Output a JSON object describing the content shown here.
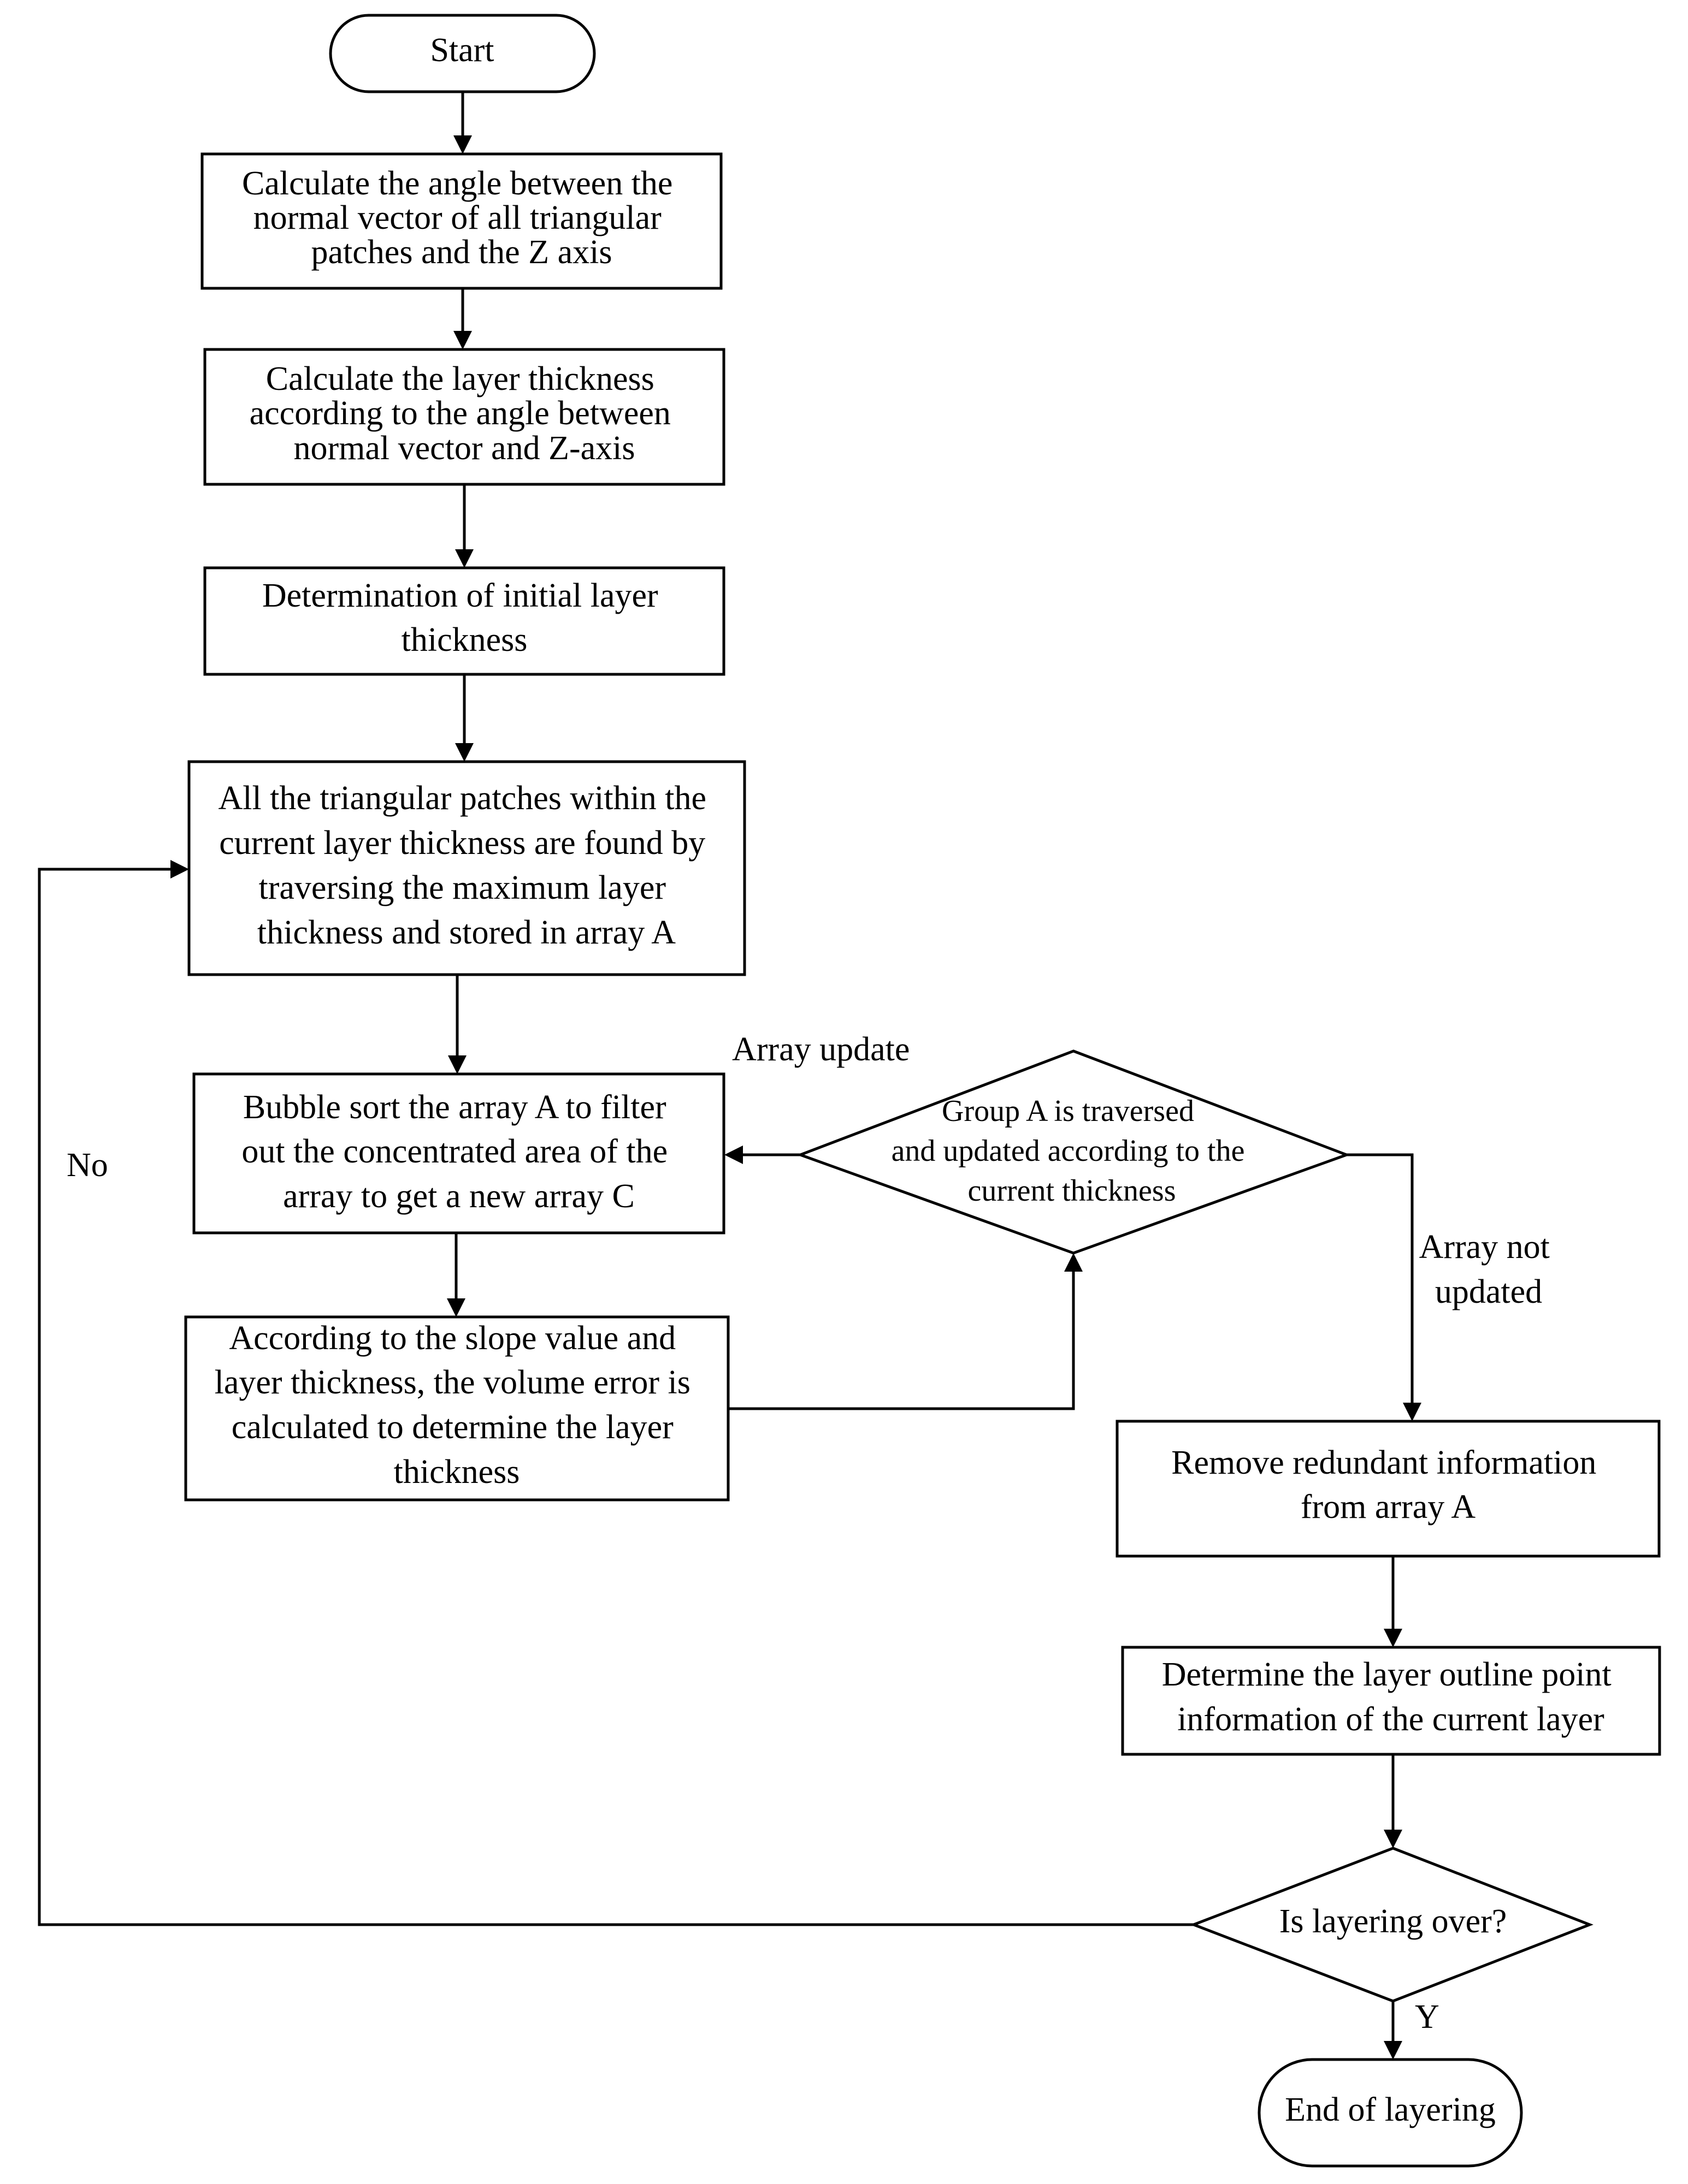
{
  "nodes": {
    "start": {
      "lines": [
        "Start"
      ]
    },
    "calc_angle": {
      "lines": [
        "Calculate the angle between the",
        "normal vector of all triangular",
        "patches and the Z axis"
      ]
    },
    "calc_thickness": {
      "lines": [
        "Calculate the layer thickness",
        "according to the angle between",
        "normal vector and Z-axis"
      ]
    },
    "initial_thickness": {
      "lines": [
        "Determination of initial layer",
        "thickness"
      ]
    },
    "find_patches": {
      "lines": [
        "All the triangular patches within the",
        "current layer thickness are found by",
        "traversing the maximum layer",
        "thickness and stored in array A"
      ]
    },
    "bubble_sort": {
      "lines": [
        "Bubble sort the array A to filter",
        "out the concentrated area of the",
        "array to get a new array C"
      ]
    },
    "volume_error": {
      "lines": [
        "According to the slope value and",
        "layer thickness, the volume error is",
        "calculated to determine the layer",
        "thickness"
      ]
    },
    "group_update": {
      "lines": [
        "Group A is traversed",
        "and updated according to the",
        "current thickness"
      ]
    },
    "remove_redundant": {
      "lines": [
        "Remove redundant information",
        "from array A"
      ]
    },
    "outline_points": {
      "lines": [
        "Determine the layer outline point",
        "information of the current layer"
      ]
    },
    "is_over": {
      "lines": [
        "Is layering over?"
      ]
    },
    "end": {
      "lines": [
        "End of layering"
      ]
    }
  },
  "edge_labels": {
    "array_update": "Array update",
    "array_not_updated": [
      "Array not",
      "updated"
    ],
    "no": "No",
    "yes": "Y"
  }
}
